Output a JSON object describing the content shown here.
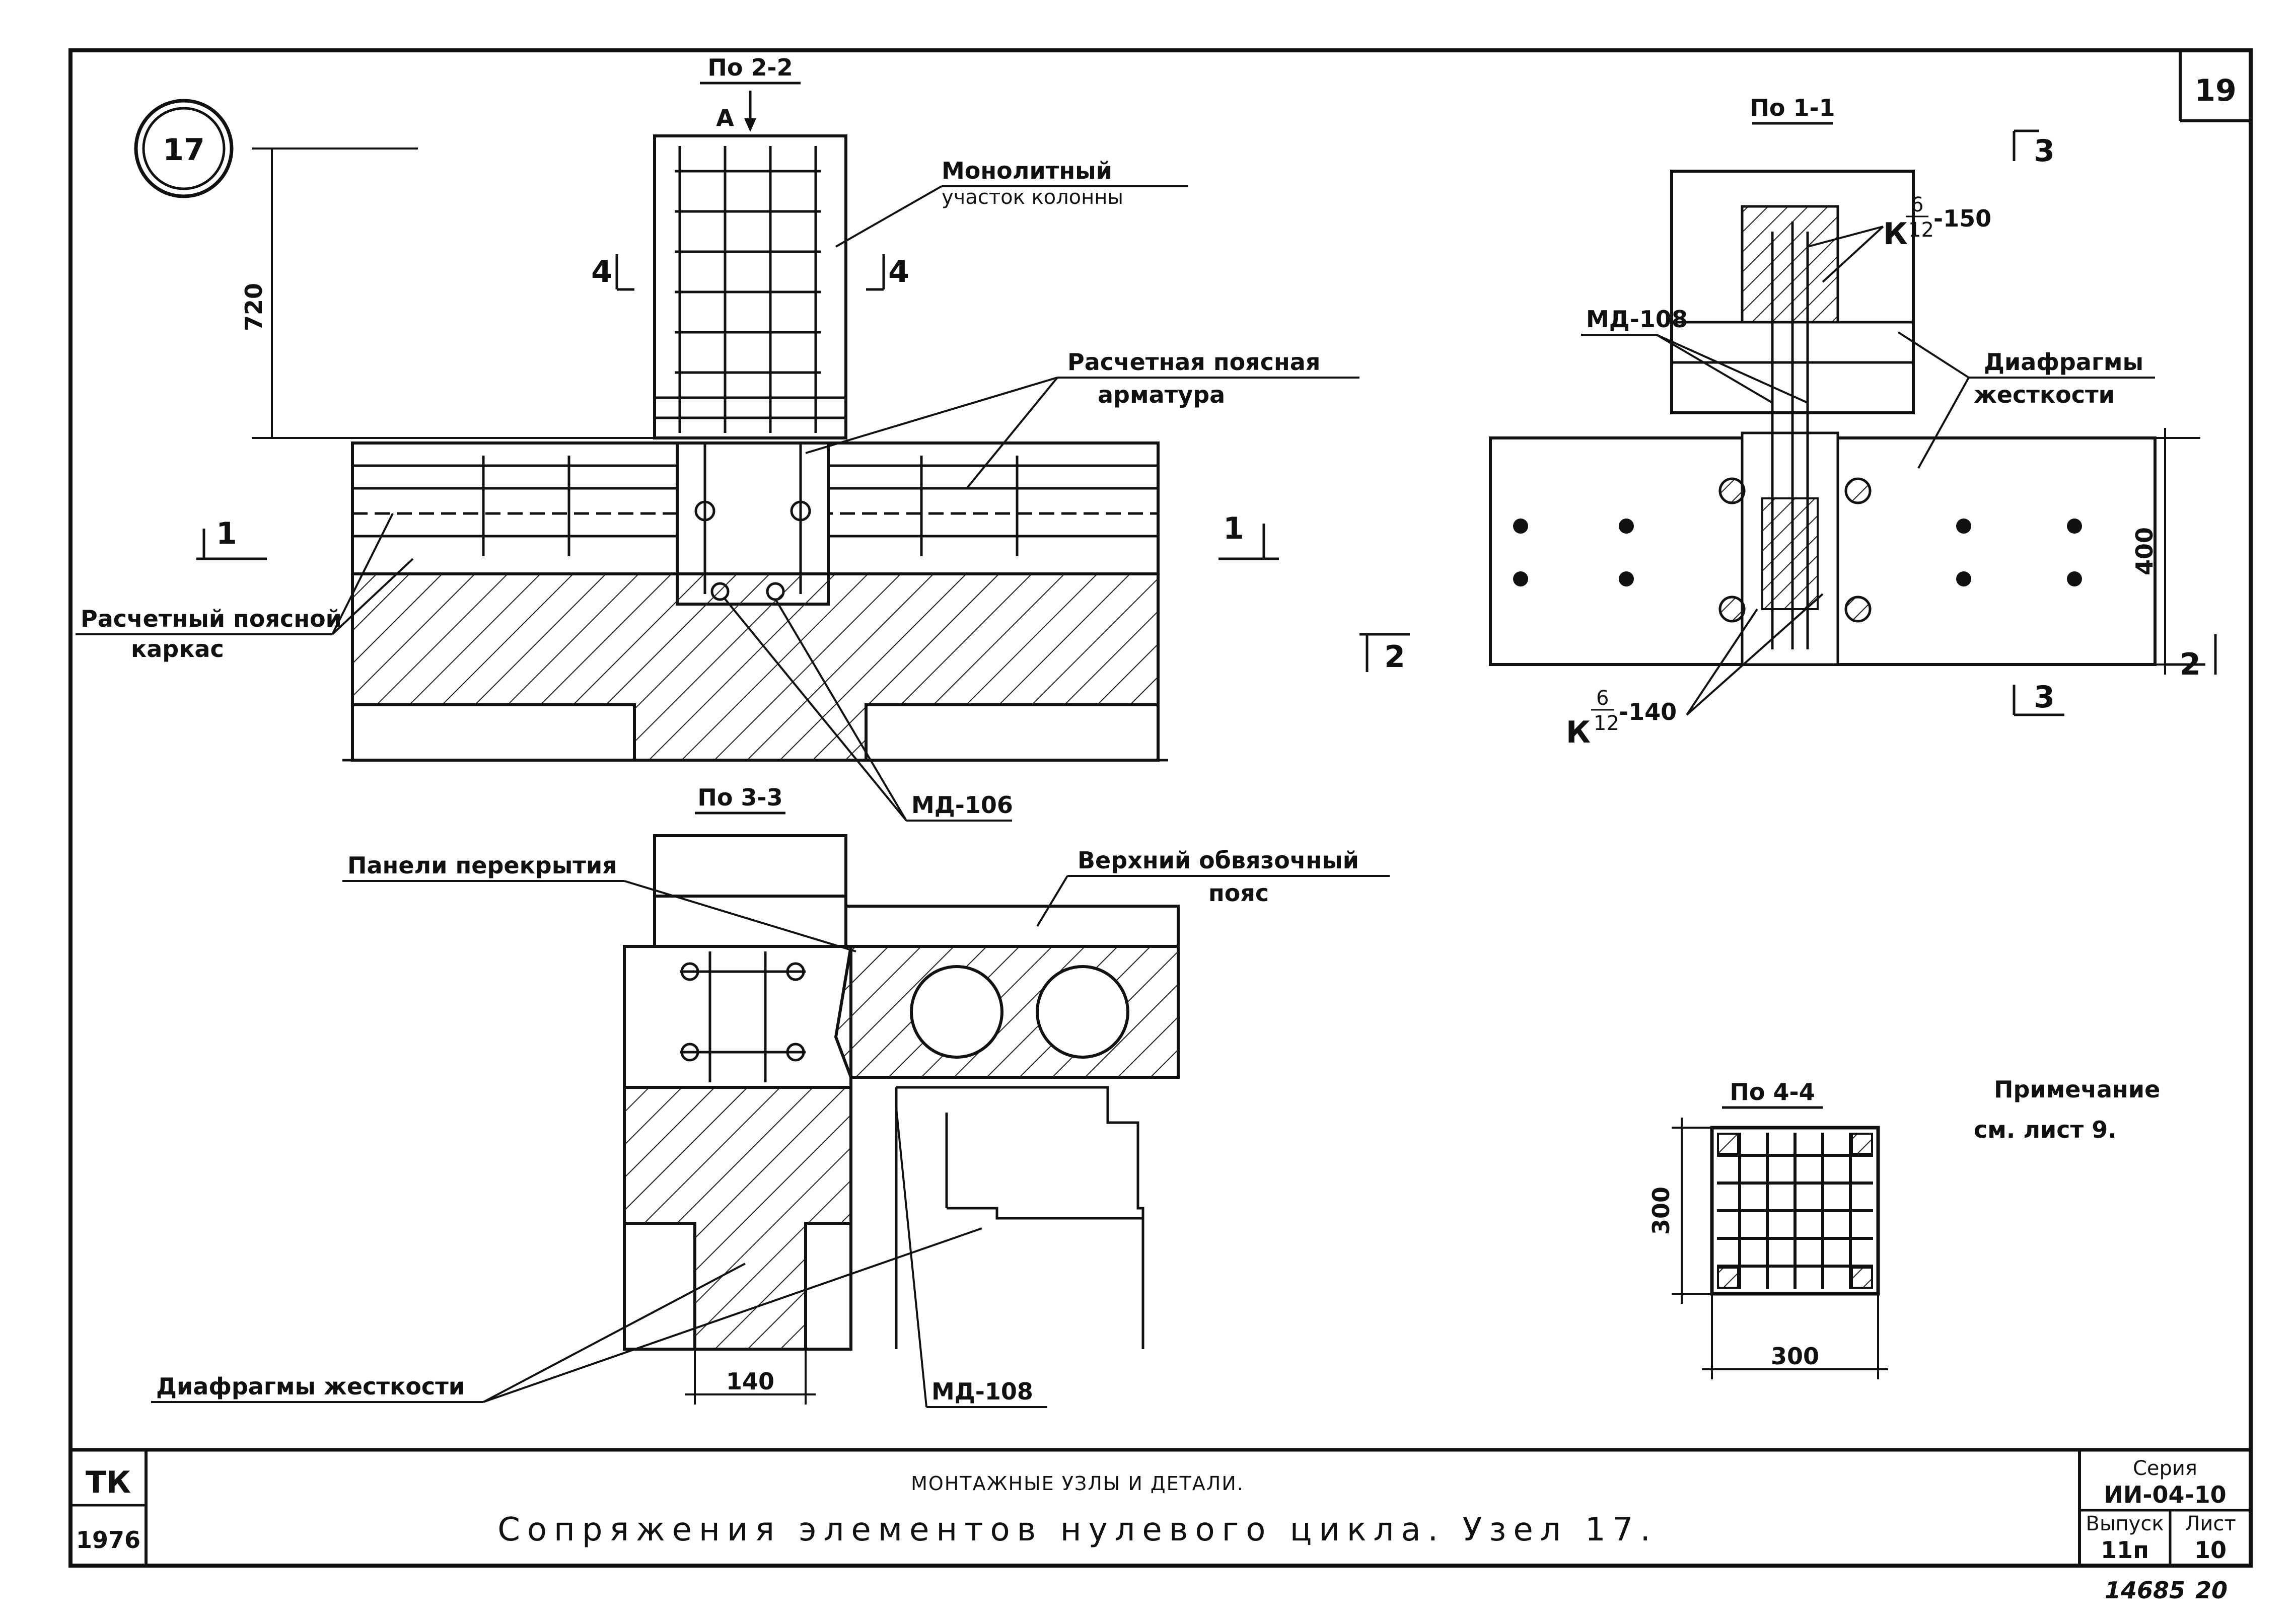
{
  "node_number": "17",
  "sheet_number": "19",
  "views": {
    "section_2_2": "По 2-2",
    "section_1_1": "По 1-1",
    "section_3_3": "По 3-3",
    "section_4_4": "По 4-4"
  },
  "cut_marks": {
    "a": "A",
    "four": "4",
    "one": "1",
    "two": "2",
    "three": "3"
  },
  "labels": {
    "monolithic_1": "Монолитный",
    "monolithic_2": "участок колонны",
    "belt_reinf_1": "Расчетная поясная",
    "belt_reinf_2": "арматура",
    "belt_frame_1": "Расчетный поясной",
    "belt_frame_2": "каркас",
    "md106": "МД-106",
    "md108_top": "МД-108",
    "md108_bottom": "МД-108",
    "panels": "Панели перекрытия",
    "upper_belt_1": "Верхний обвязочный",
    "upper_belt_2": "пояс",
    "diaphragms_1_1": "Диафрагмы",
    "diaphragms_1_2": "жесткости",
    "diaphragms_bottom": "Диафрагмы жесткости",
    "k_top_num": "6",
    "k_top_den": "12",
    "k_top_step": "-150",
    "k_bot_num": "6",
    "k_bot_den": "12",
    "k_bot_step": "-140",
    "k_letter": "К",
    "note_1": "Примечание",
    "note_2": "см. лист 9."
  },
  "dimensions": {
    "d720": "720",
    "d400": "400",
    "d300_v": "300",
    "d300_h": "300",
    "d140": "140"
  },
  "title_block": {
    "org_1": "ТК",
    "org_2": "1976",
    "subtitle": "МОНТАЖНЫЕ УЗЛЫ И ДЕТАЛИ.",
    "title": "Сопряжения элементов нулевого цикла. Узел 17.",
    "series_label": "Серия",
    "series_value": "ИИ-04-10",
    "issue_label": "Выпуск",
    "issue_value": "11п",
    "sheet_label": "Лист",
    "sheet_value": "10"
  },
  "footer": {
    "inv_no": "14685",
    "page": "20"
  }
}
